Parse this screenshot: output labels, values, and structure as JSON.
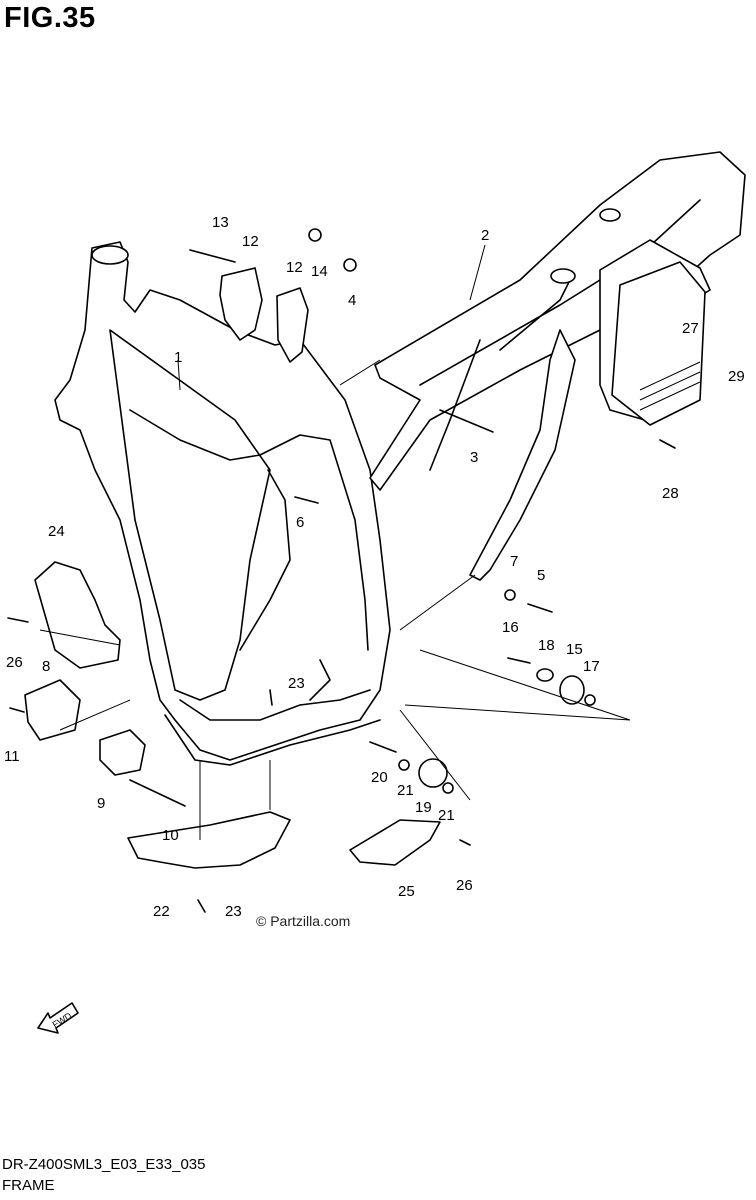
{
  "figure": {
    "title": "FIG.35",
    "model_code": "DR-Z400SML3_E03_E33_035",
    "caption": "FRAME",
    "watermark": "© Partzilla.com",
    "fwd_arrow": "FWD"
  },
  "callouts": [
    "1",
    "2",
    "3",
    "4",
    "5",
    "6",
    "7",
    "8",
    "9",
    "10",
    "11",
    "12",
    "12",
    "13",
    "14",
    "15",
    "16",
    "17",
    "18",
    "19",
    "20",
    "21",
    "21",
    "22",
    "23",
    "23",
    "24",
    "25",
    "26",
    "26",
    "27",
    "28",
    "29"
  ]
}
